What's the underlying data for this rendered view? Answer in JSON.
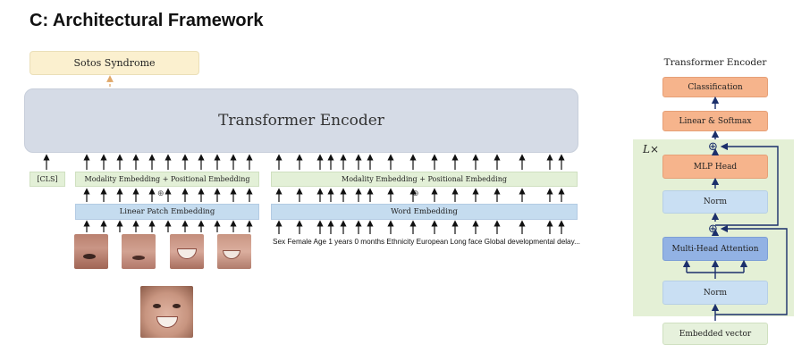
{
  "panel_title": "C: Architectural Framework",
  "left": {
    "output_label": "Sotos Syndrome",
    "encoder_label": "Transformer Encoder",
    "cls_label": "[CLS]",
    "image_modality_label": "Modality Embedding + Positional Embedding",
    "text_modality_label": "Modality Embedding + Positional Embedding",
    "image_embedding_label": "Linear Patch Embedding",
    "text_embedding_label": "Word Embedding",
    "plus_symbol": "⊕",
    "token_text": "Sex Female Age 1 years 0 months Ethnicity European Long face Global developmental delay..."
  },
  "right": {
    "title": "Transformer Encoder",
    "repeat_label": "L×",
    "classification_label": "Classification",
    "linear_softmax_label": "Linear & Softmax",
    "mlp_head_label": "MLP Head",
    "norm_top_label": "Norm",
    "attention_label": "Multi-Head Attention",
    "norm_bottom_label": "Norm",
    "input_label": "Embedded vector",
    "add_symbol": "⊕"
  },
  "colors": {
    "encoder_fill": "#d5dbe6",
    "output_fill": "#fbf0cf",
    "modality_fill": "#e3f0d7",
    "embedding_fill": "#c5dcef",
    "head_fill": "#f6b48c",
    "attention_fill": "#92b2e4",
    "arrow_dark": "#1b2f6b",
    "arrow_output": "#e0a86a"
  }
}
